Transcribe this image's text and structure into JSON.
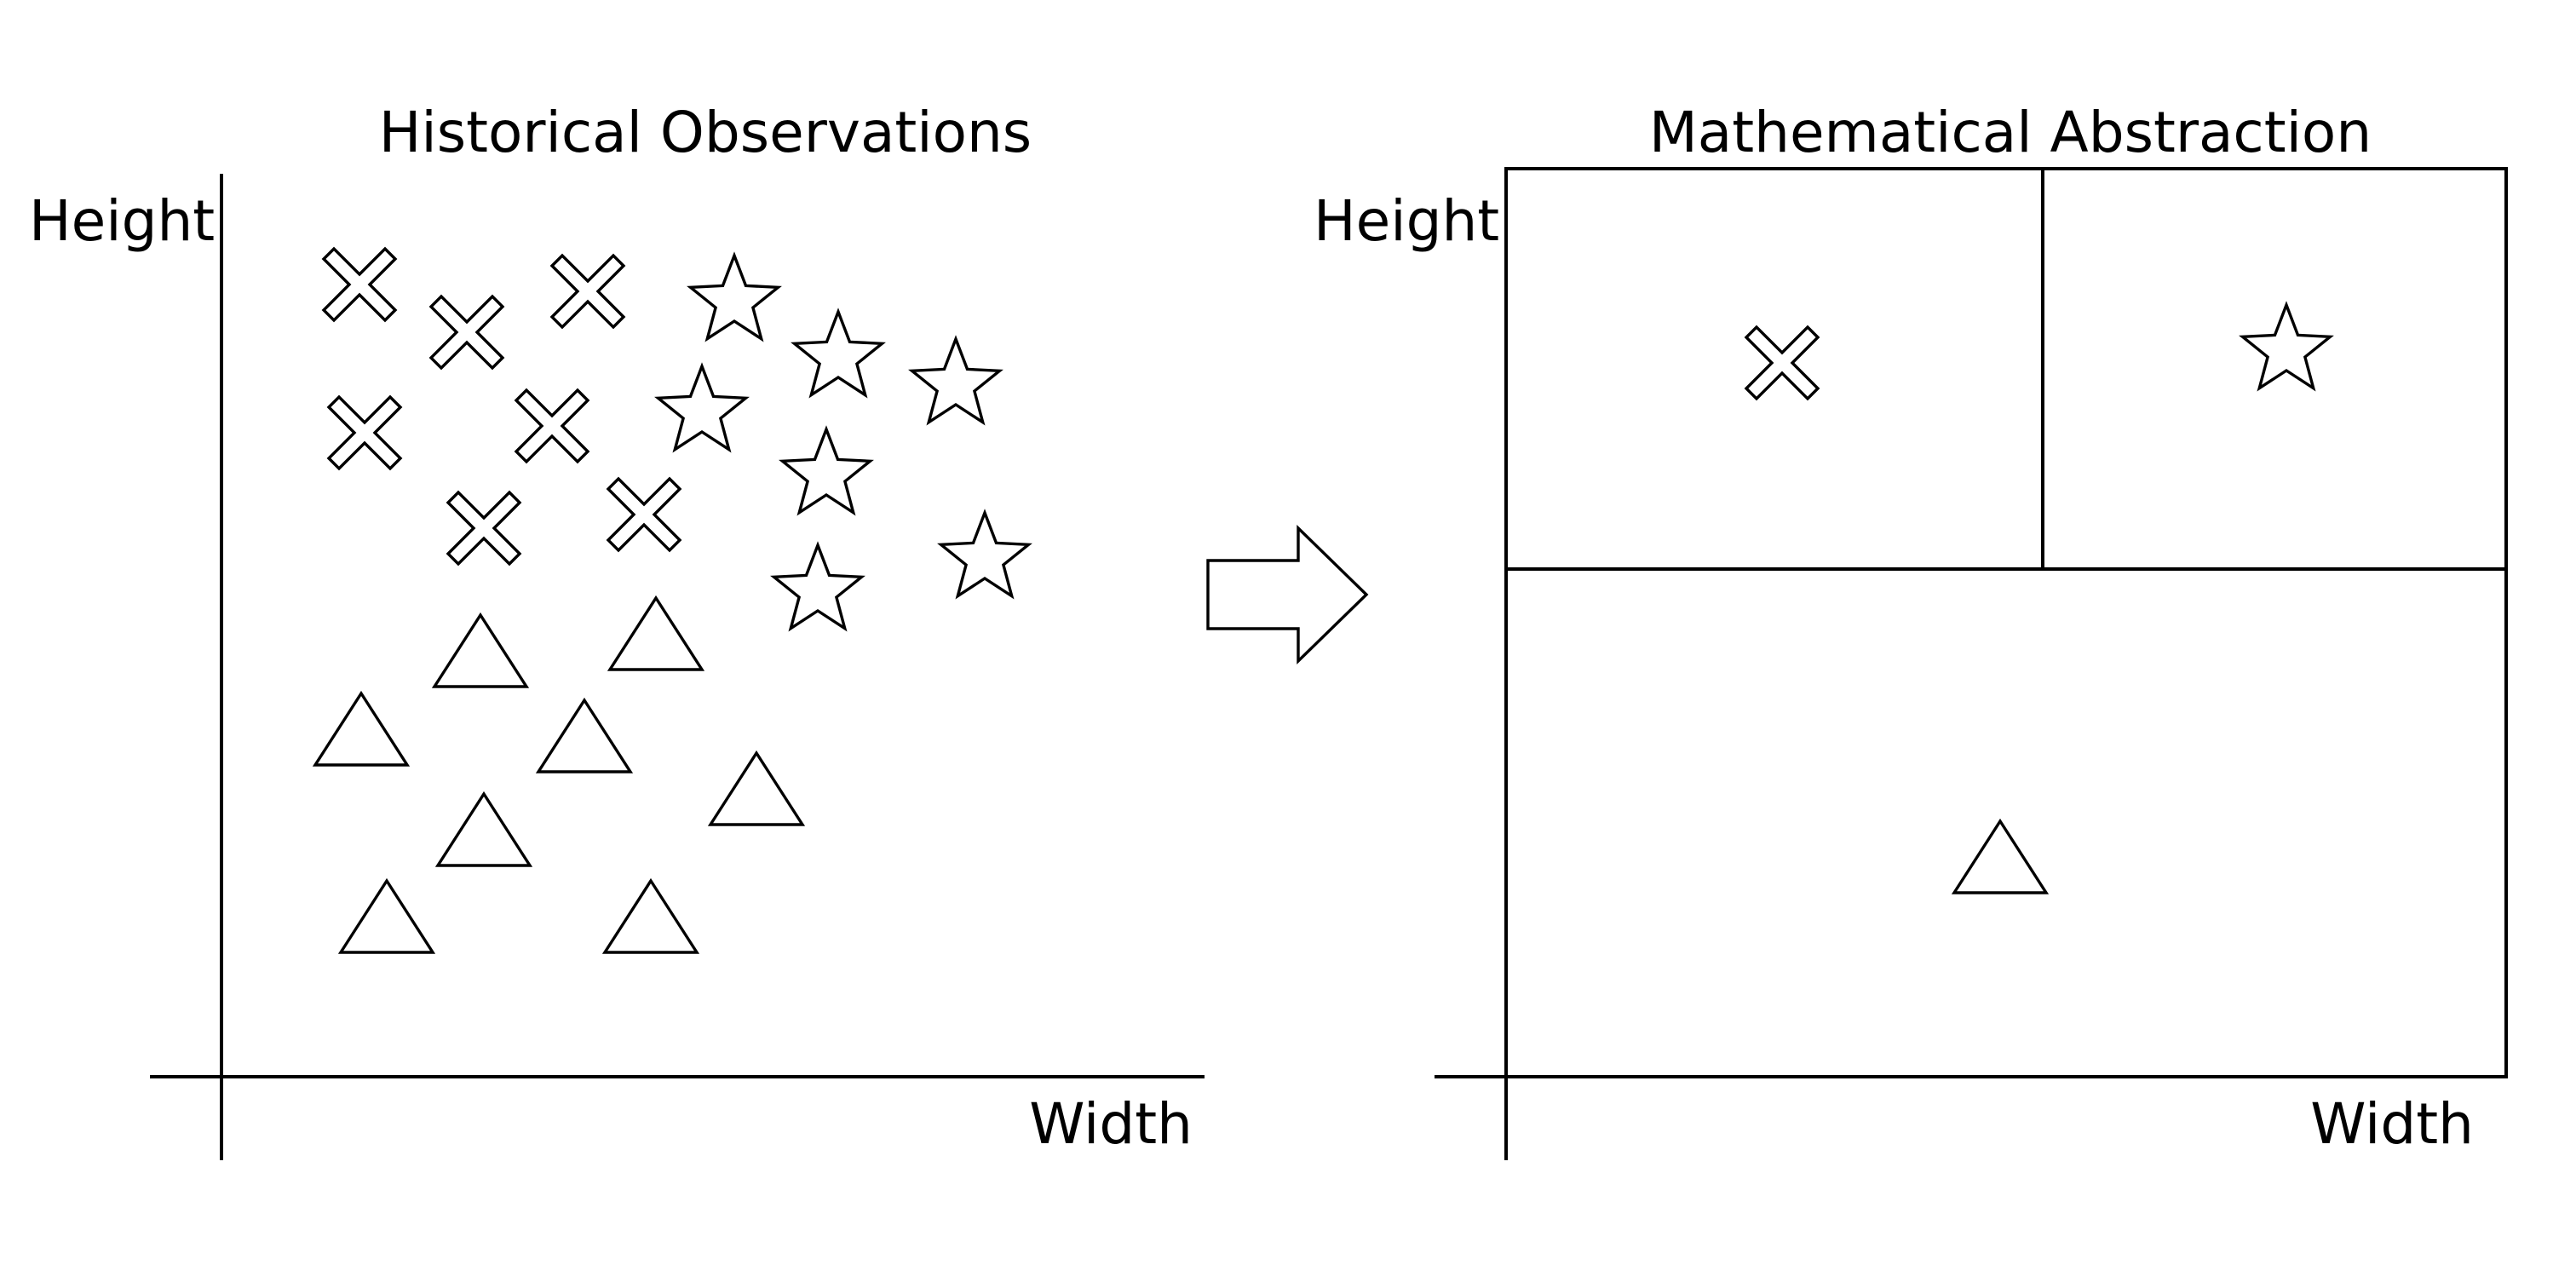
{
  "left_panel": {
    "title": "Historical Observations",
    "y_label": "Height",
    "x_label": "Width",
    "observations": [
      {
        "shape": "cross"
      },
      {
        "shape": "cross"
      },
      {
        "shape": "cross"
      },
      {
        "shape": "cross"
      },
      {
        "shape": "cross"
      },
      {
        "shape": "cross"
      },
      {
        "shape": "cross"
      },
      {
        "shape": "star"
      },
      {
        "shape": "star"
      },
      {
        "shape": "star"
      },
      {
        "shape": "star"
      },
      {
        "shape": "star"
      },
      {
        "shape": "star"
      },
      {
        "shape": "star"
      },
      {
        "shape": "triangle"
      },
      {
        "shape": "triangle"
      },
      {
        "shape": "triangle"
      },
      {
        "shape": "triangle"
      },
      {
        "shape": "triangle"
      },
      {
        "shape": "triangle"
      },
      {
        "shape": "triangle"
      },
      {
        "shape": "triangle"
      }
    ]
  },
  "arrow": {
    "icon": "right-arrow-icon"
  },
  "right_panel": {
    "title": "Mathematical Abstraction",
    "y_label": "Height",
    "x_label": "Width",
    "regions": [
      {
        "name": "cross-region",
        "shape": "cross"
      },
      {
        "name": "star-region",
        "shape": "star"
      },
      {
        "name": "triangle-region",
        "shape": "triangle"
      }
    ]
  },
  "colors": {
    "stroke": "#000000",
    "fill": "#ffffff",
    "background": "#ffffff"
  }
}
